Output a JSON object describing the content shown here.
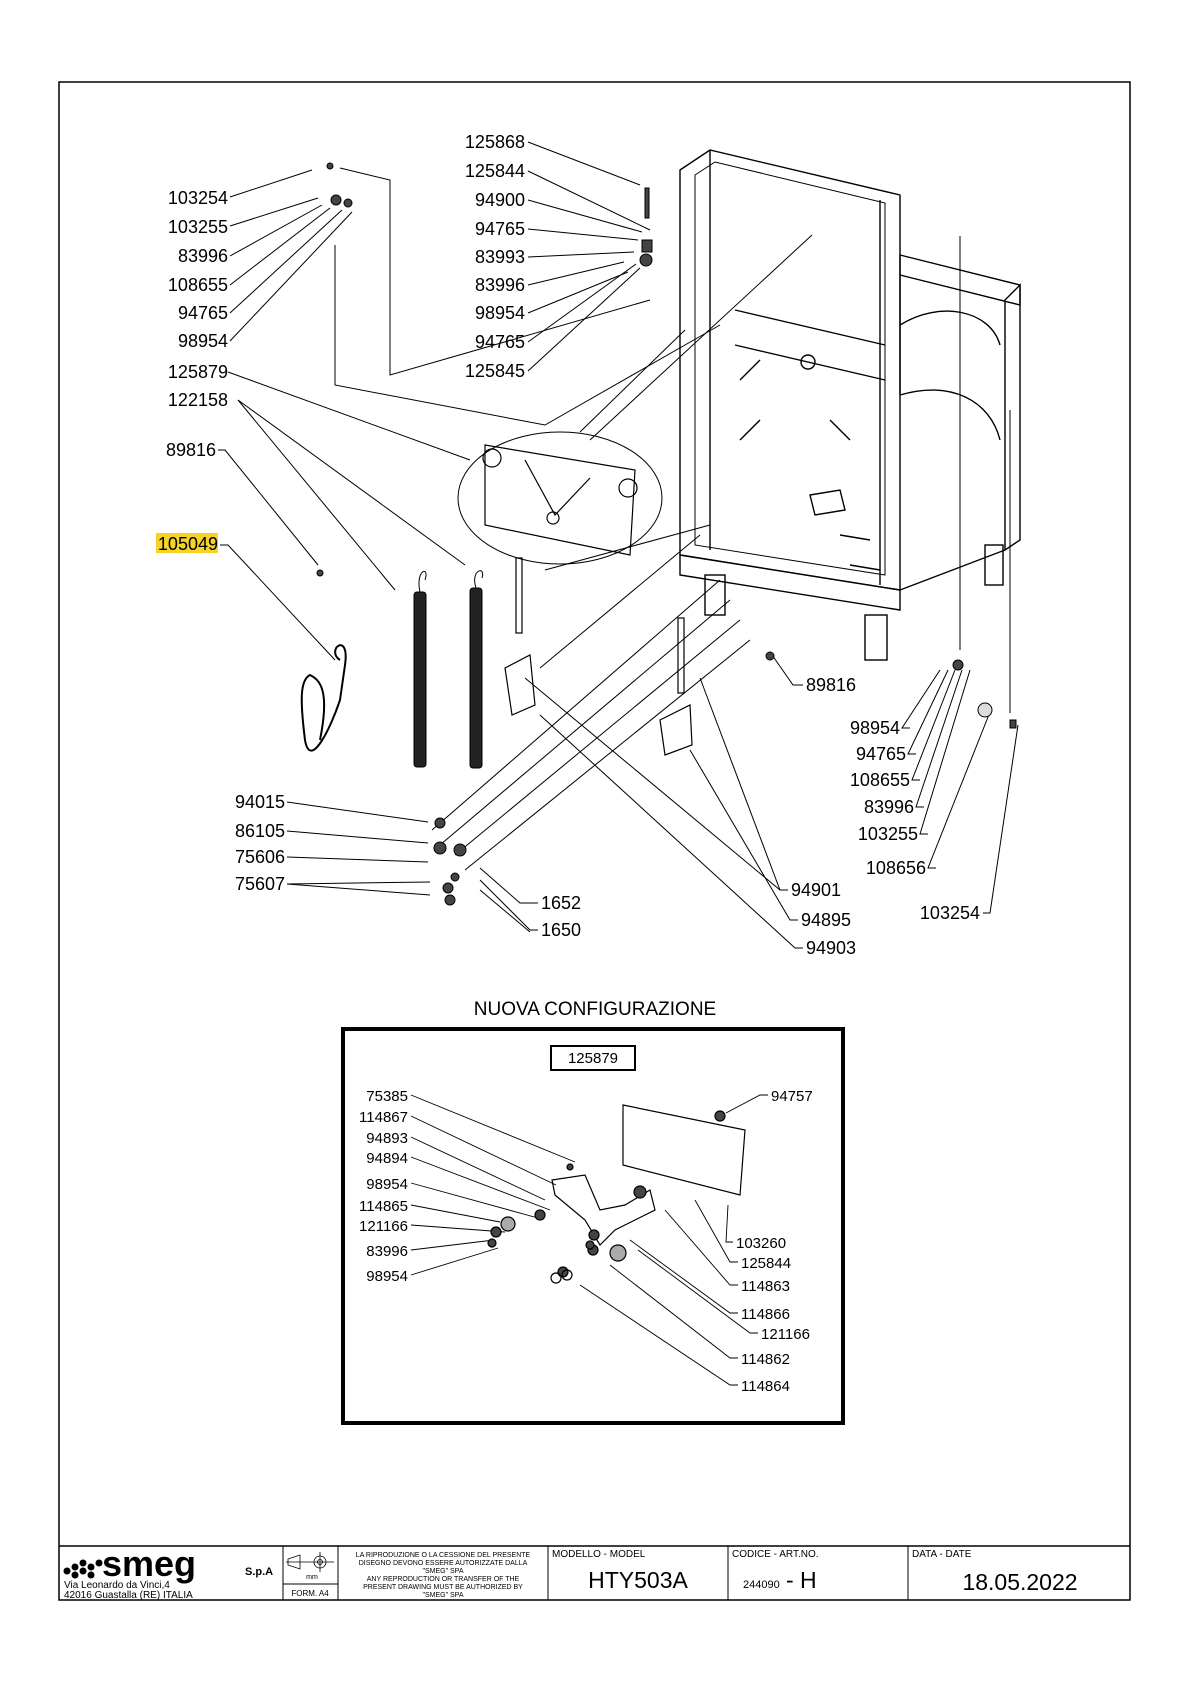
{
  "parts_left": [
    "103254",
    "103255",
    "83996",
    "108655",
    "94765",
    "98954",
    "125879",
    "122158",
    "89816",
    "105049"
  ],
  "parts_top": [
    "125868",
    "125844",
    "94900",
    "94765",
    "83993",
    "83996",
    "98954",
    "94765",
    "125845"
  ],
  "parts_right_a": [
    "89816"
  ],
  "parts_right_b": [
    "98954",
    "94765",
    "108655",
    "83996",
    "103255",
    "108656",
    "103254"
  ],
  "parts_bottom_left": [
    "94015",
    "86105",
    "75606",
    "75607"
  ],
  "parts_bottom_mid": [
    "1652",
    "1650"
  ],
  "parts_bottom_right": [
    "94901",
    "94895",
    "94903"
  ],
  "highlight_color": "#f5d327",
  "inset": {
    "title": "NUOVA CONFIGURAZIONE",
    "ref": "125879",
    "left_parts": [
      "75385",
      "114867",
      "94893",
      "94894",
      "98954",
      "114865",
      "121166",
      "83996",
      "98954"
    ],
    "right_top": "94757",
    "right_parts": [
      "103260",
      "125844",
      "114863",
      "114866",
      "121166",
      "114862",
      "114864"
    ]
  },
  "titleblock": {
    "brand": "smeg",
    "brand_suffix": "S.p.A",
    "address1": "Via Leonardo da Vinci,4",
    "address2": "42016  Guastalla (RE) ITALIA",
    "unit": "mm",
    "format": "FORM. A4",
    "notice_it": [
      "LA RIPRODUZIONE O LA CESSIONE DEL PRESENTE",
      "DISEGNO DEVONO ESSERE AUTORIZZATE DALLA",
      "\"SMEG\" SPA"
    ],
    "notice_en": [
      "ANY REPRODUCTION OR TRANSFER OF THE",
      "PRESENT DRAWING MUST BE AUTHORIZED BY",
      "\"SMEG\" SPA"
    ],
    "model_label": "MODELLO - MODEL",
    "model": "HTY503A",
    "code_label": "CODICE - ART.NO.",
    "code_small": "244090",
    "code_suffix": "- H",
    "date_label": "DATA - DATE",
    "date": "18.05.2022"
  }
}
